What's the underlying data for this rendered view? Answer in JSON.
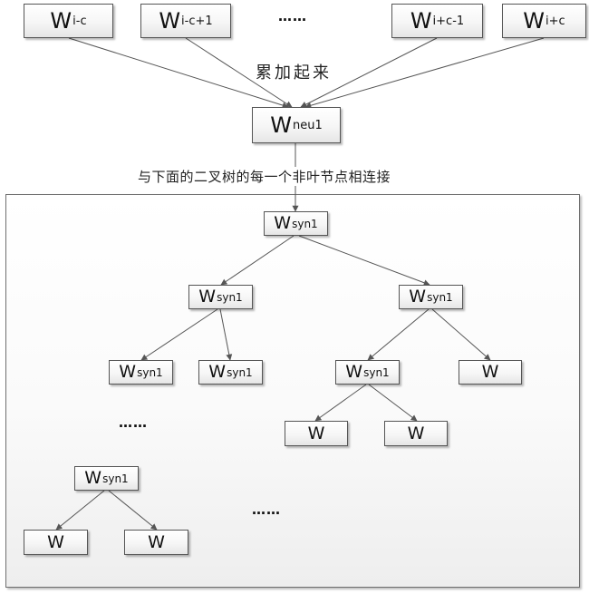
{
  "top_row": {
    "nodes": [
      {
        "base": "W",
        "sub": "i-c"
      },
      {
        "base": "W",
        "sub": "i-c+1"
      },
      {
        "base": "W",
        "sub": "i+c-1"
      },
      {
        "base": "W",
        "sub": "i+c"
      }
    ],
    "ellipsis": "……"
  },
  "sum_label": "累加起来",
  "neu_node": {
    "base": "W",
    "sub": "neu1"
  },
  "connect_label": "与下面的二叉树的每一个非叶节点相连接",
  "tree": {
    "syn_node": {
      "base": "W",
      "sub": "syn1"
    },
    "leaf_node": {
      "base": "W"
    },
    "ellipsis": "……"
  },
  "colors": {
    "border": "#555555",
    "node_fill_top": "#ffffff",
    "node_fill_bottom": "#e6e6e6",
    "edge": "#555555"
  }
}
